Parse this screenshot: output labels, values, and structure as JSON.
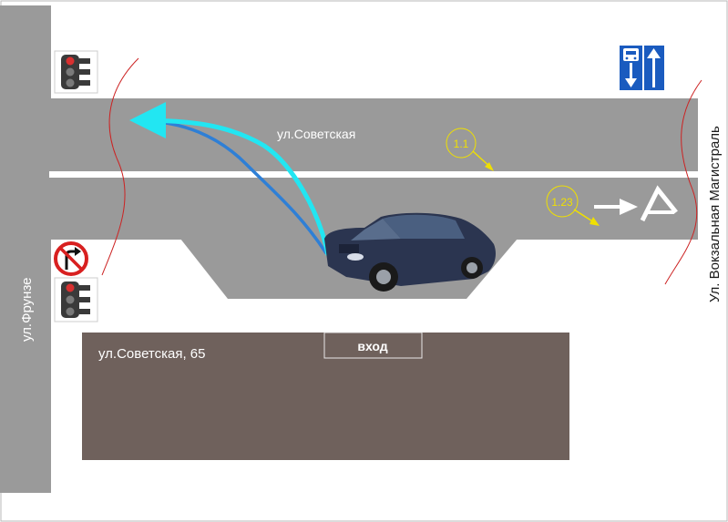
{
  "streets": {
    "sovetskaya": "ул.Советская",
    "frunze": "ул.Фрунзе",
    "vokzalnaya": "Ул. Вокзальная Магистраль"
  },
  "building": {
    "address": "ул.Советская, 65",
    "entrance": "вход"
  },
  "markings": {
    "m1": "1.1",
    "m2": "1.23"
  },
  "colors": {
    "road": "#9a9a9a",
    "building": "#6f615c",
    "arrow_cyan": "#22e6f2",
    "arrow_blue": "#2e7fd6",
    "marking_label": "#f0e000",
    "sign_blue": "#1a5bbf"
  },
  "icons": {
    "traffic_light": "traffic-light-icon",
    "no_right_turn": "no-right-turn-sign-icon",
    "bus_lane": "bus-lane-sign-icon",
    "car": "car-icon"
  }
}
